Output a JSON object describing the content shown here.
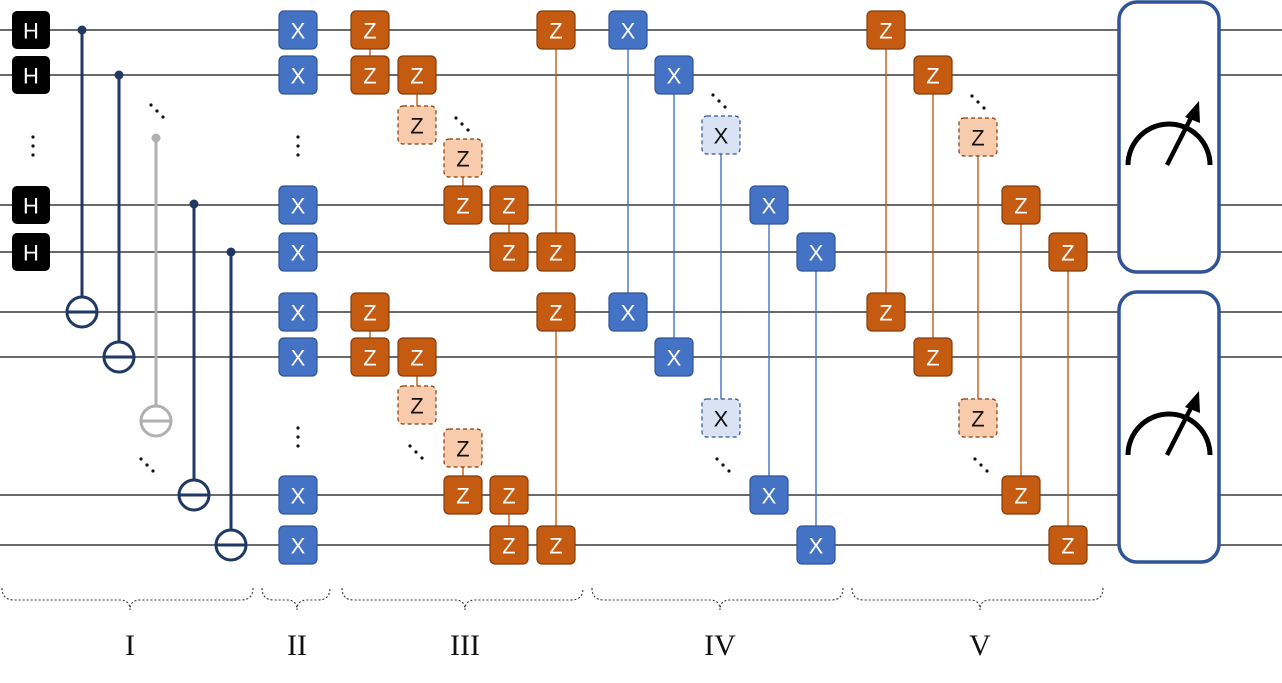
{
  "gates": {
    "hadamard": "H",
    "pauli_x": "X",
    "pauli_z": "Z"
  },
  "sections": [
    "I",
    "II",
    "III",
    "IV",
    "V"
  ],
  "colors": {
    "wire": "#111111",
    "hadamard_fill": "#000000",
    "cnot": "#1f3864",
    "cnot_faded": "#b0b0b0",
    "x_gate": "#4472c4",
    "x_gate_faded": "#dae3f3",
    "z_gate": "#c55a11",
    "z_gate_faded": "#f8cbad",
    "measure_border": "#2f5597"
  },
  "icons": [
    "measurement-meter-icon",
    "cnot-target-icon",
    "control-dot-icon",
    "ellipsis-dots-icon"
  ]
}
